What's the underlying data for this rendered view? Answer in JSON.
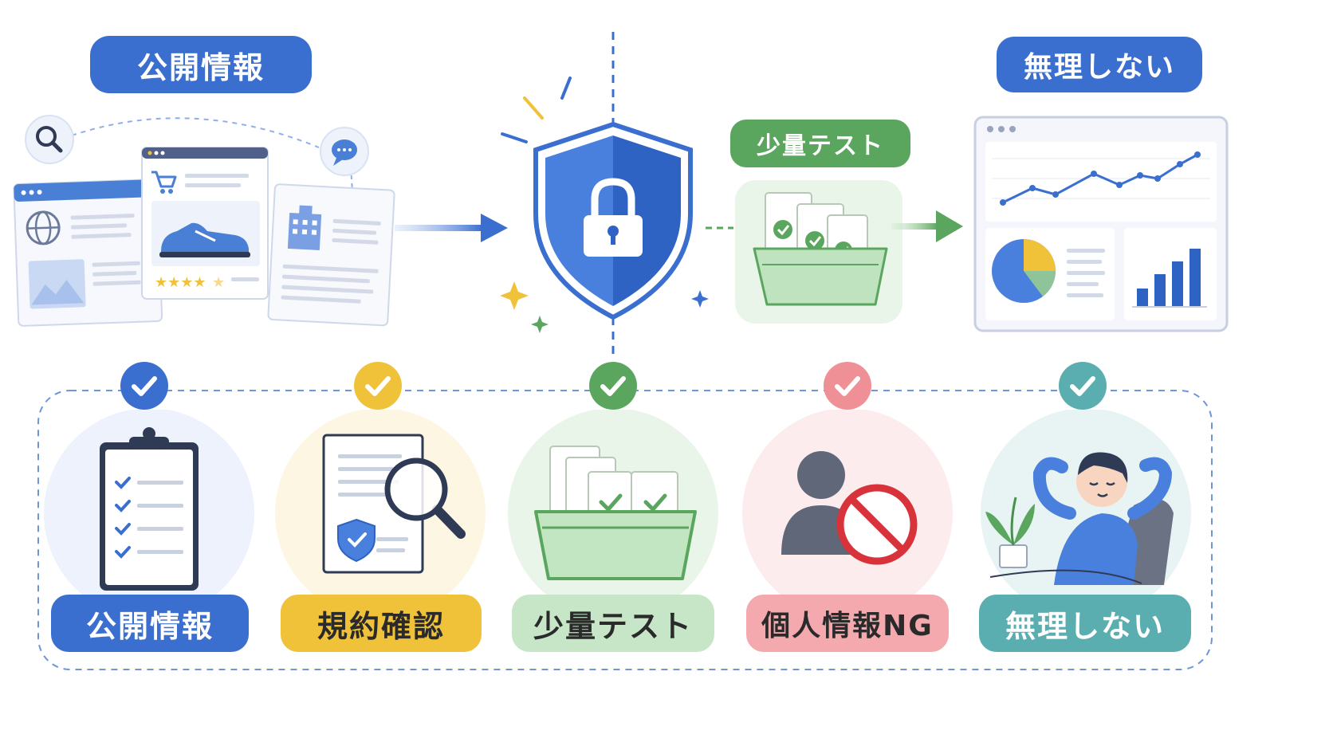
{
  "top": {
    "public_info_label": "公開情報",
    "small_test_label": "少量テスト",
    "no_strain_label": "無理しない"
  },
  "steps": [
    {
      "label": "公開情報",
      "color": "#3b6fcf"
    },
    {
      "label": "規約確認",
      "color": "#f0c23a"
    },
    {
      "label": "少量テスト",
      "color": "#5ba65e"
    },
    {
      "label": "個人情報NG",
      "color": "#ef8f96"
    },
    {
      "label": "無理しない",
      "color": "#5aaeb0"
    }
  ],
  "icons": {
    "top": [
      "search-icon",
      "chat-bubble-icon",
      "globe-icon",
      "cart-icon",
      "sneaker-icon",
      "star-rating-icon",
      "building-icon",
      "shield-lock-icon",
      "document-basket-icon",
      "dashboard-icon"
    ],
    "bottom": [
      "clipboard-checklist-icon",
      "document-magnifier-icon",
      "document-basket-icon",
      "person-prohibited-icon",
      "relaxing-person-icon"
    ]
  },
  "colors": {
    "blue": "#3b6fcf",
    "yellow": "#f0c23a",
    "green": "#5ba65e",
    "pink": "#ef8f96",
    "teal": "#5aaeb0"
  }
}
